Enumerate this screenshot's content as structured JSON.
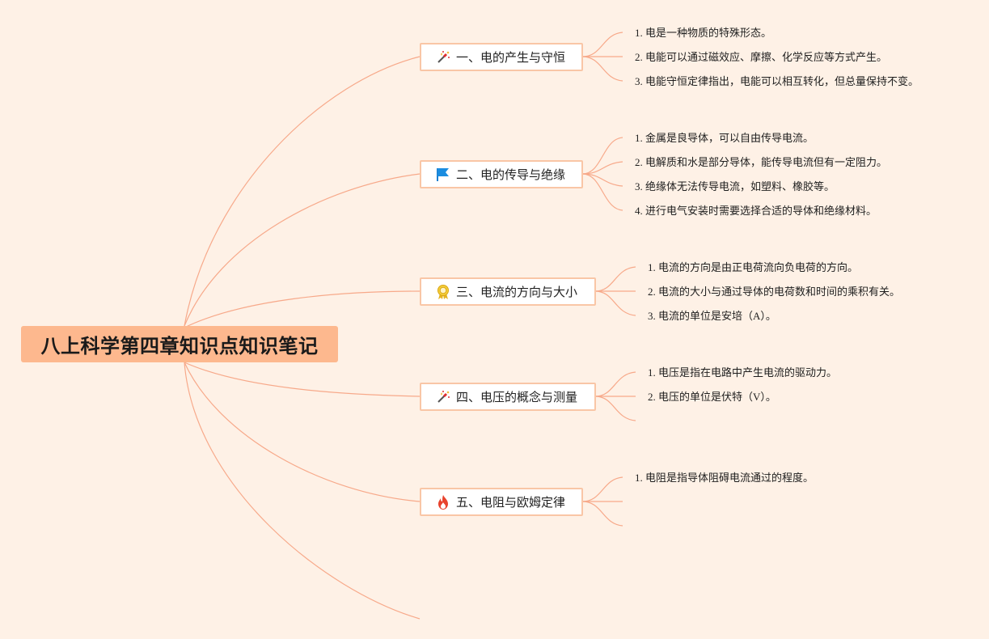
{
  "root": {
    "title": "八上科学第四章知识点知识笔记"
  },
  "branches": [
    {
      "label": "一、电的产生与守恒",
      "icon": "magic-wand-icon",
      "items": [
        "1. 电是一种物质的特殊形态。",
        "2. 电能可以通过磁效应、摩擦、化学反应等方式产生。",
        "3. 电能守恒定律指出，电能可以相互转化，但总量保持不变。"
      ]
    },
    {
      "label": "二、电的传导与绝缘",
      "icon": "flag-icon",
      "items": [
        "1. 金属是良导体，可以自由传导电流。",
        "2. 电解质和水是部分导体，能传导电流但有一定阻力。",
        "3. 绝缘体无法传导电流，如塑料、橡胶等。",
        "4. 进行电气安装时需要选择合适的导体和绝缘材料。"
      ]
    },
    {
      "label": "三、电流的方向与大小",
      "icon": "award-medal-icon",
      "items": [
        "1. 电流的方向是由正电荷流向负电荷的方向。",
        "2. 电流的大小与通过导体的电荷数和时间的乘积有关。",
        "3. 电流的单位是安培（A）。"
      ]
    },
    {
      "label": "四、电压的概念与测量",
      "icon": "magic-wand-icon",
      "items": [
        "1. 电压是指在电路中产生电流的驱动力。",
        "2. 电压的单位是伏特（V）。"
      ]
    },
    {
      "label": "五、电阻与欧姆定律",
      "icon": "fire-icon",
      "items": [
        "1. 电阻是指导体阻碍电流通过的程度。"
      ]
    }
  ],
  "colors": {
    "background": "#fef1e6",
    "root_fill": "#fdb88e",
    "node_border": "#f9c6a6",
    "connector": "#f7a98a"
  }
}
